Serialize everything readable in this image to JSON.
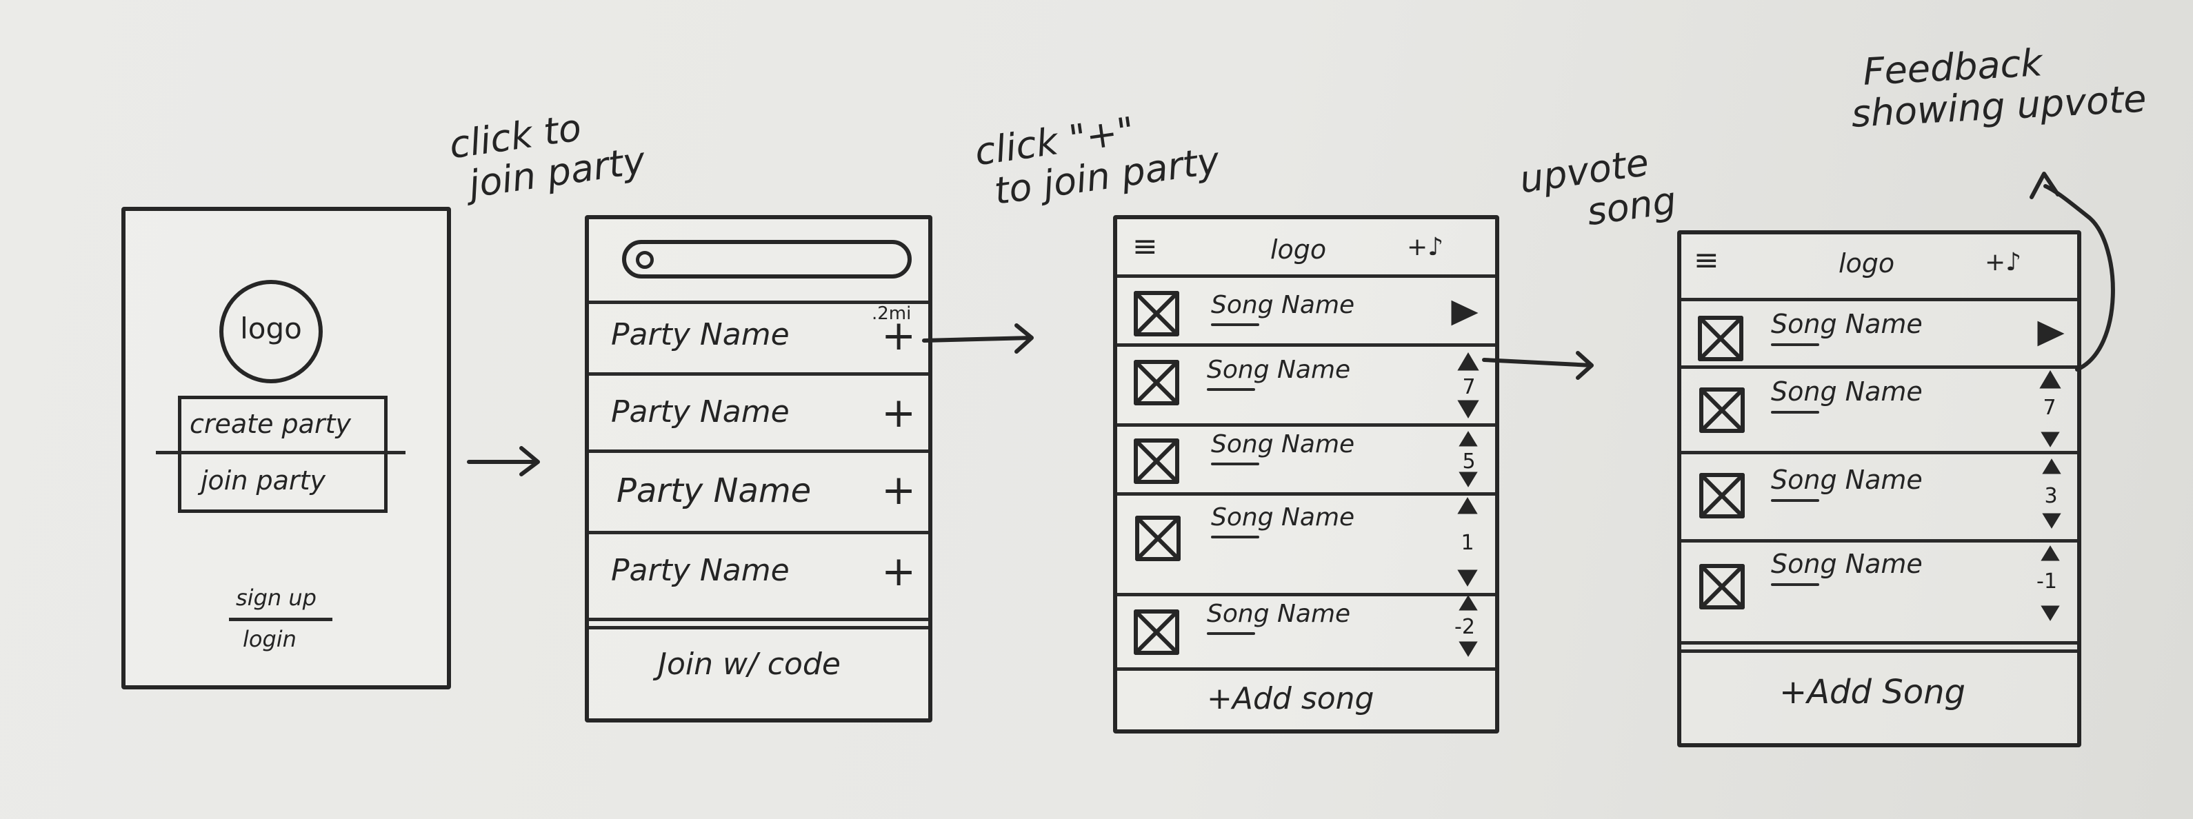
{
  "annotations": {
    "click_join": [
      "click to",
      "join party"
    ],
    "click_plus": [
      "click \"+\"",
      "to join party"
    ],
    "upvote": [
      "upvote",
      "song"
    ],
    "feedback": [
      "Feedback",
      "showing upvote"
    ]
  },
  "screen1": {
    "logo": "logo",
    "create_party": "create party",
    "join_party": "join party",
    "sign_up": "sign up",
    "login": "login"
  },
  "screen2": {
    "distance": ".2mi",
    "parties": [
      {
        "name": "Party Name",
        "action": "+"
      },
      {
        "name": "Party Name",
        "action": "+"
      },
      {
        "name": "Party Name",
        "action": "+"
      },
      {
        "name": "Party Name",
        "action": "+"
      }
    ],
    "join_code": "Join w/ code"
  },
  "screen3": {
    "header": {
      "menu": "≡",
      "logo": "logo",
      "add": "+♪"
    },
    "songs": [
      {
        "name": "Song Name",
        "state": "playing"
      },
      {
        "name": "Song Name",
        "count": "7"
      },
      {
        "name": "Song Name",
        "count": "5"
      },
      {
        "name": "Song Name",
        "count": "1"
      },
      {
        "name": "Song Name",
        "count": "-2"
      }
    ],
    "add_song": "+Add song"
  },
  "screen4": {
    "header": {
      "menu": "≡",
      "logo": "logo",
      "add": "+♪"
    },
    "songs": [
      {
        "name": "Song Name",
        "state": "playing"
      },
      {
        "name": "Song Name",
        "count": "7"
      },
      {
        "name": "Song Name",
        "count": "3"
      },
      {
        "name": "Song Name",
        "count": "-1"
      }
    ],
    "add_song": "+Add Song"
  }
}
